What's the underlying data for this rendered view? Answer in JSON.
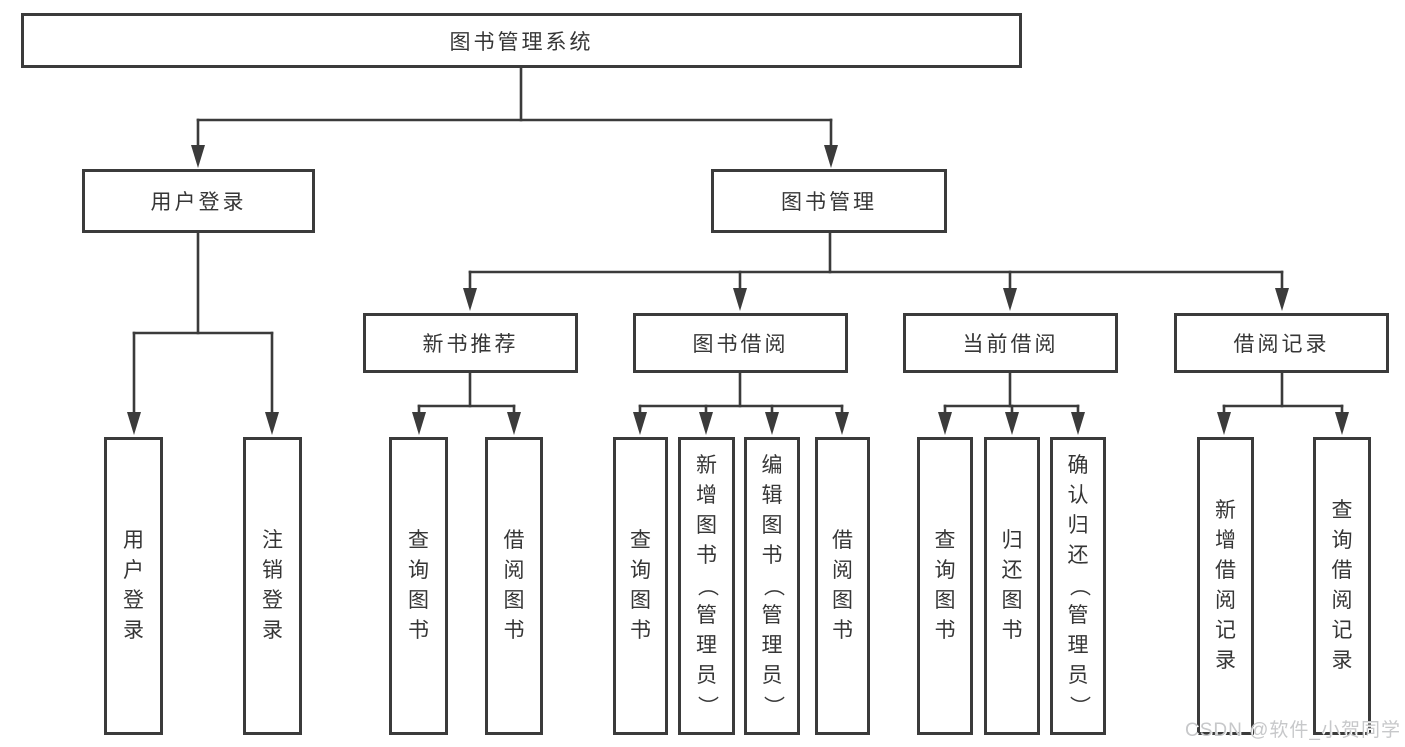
{
  "diagram": {
    "watermark": "CSDN @软件_小贺同学",
    "colors": {
      "line": "#3b3b3b",
      "node_border": "#3b3b3b",
      "text": "#363636",
      "watermark": "#c7c8ca",
      "background": "#ffffff"
    },
    "tree": {
      "label": "图书管理系统",
      "children": [
        {
          "label": "用户登录",
          "children": [
            {
              "label": "用户登录"
            },
            {
              "label": "注销登录"
            }
          ]
        },
        {
          "label": "图书管理",
          "children": [
            {
              "label": "新书推荐",
              "children": [
                {
                  "label": "查询图书"
                },
                {
                  "label": "借阅图书"
                }
              ]
            },
            {
              "label": "图书借阅",
              "children": [
                {
                  "label": "查询图书"
                },
                {
                  "label": "新增图书（管理员）"
                },
                {
                  "label": "编辑图书（管理员）"
                },
                {
                  "label": "借阅图书"
                }
              ]
            },
            {
              "label": "当前借阅",
              "children": [
                {
                  "label": "查询图书"
                },
                {
                  "label": "归还图书"
                },
                {
                  "label": "确认归还（管理员）"
                }
              ]
            },
            {
              "label": "借阅记录",
              "children": [
                {
                  "label": "新增借阅记录"
                },
                {
                  "label": "查询借阅记录"
                }
              ]
            }
          ]
        }
      ]
    }
  }
}
